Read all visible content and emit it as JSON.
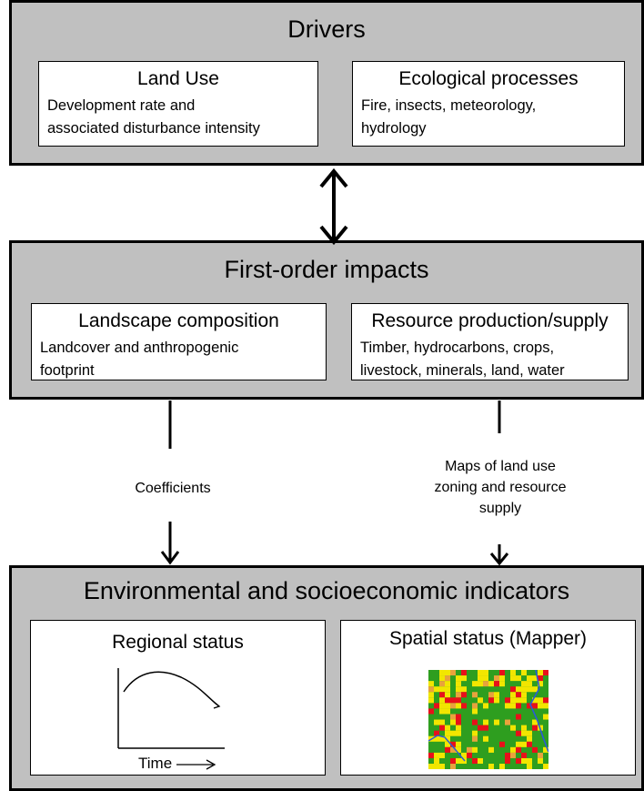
{
  "drivers": {
    "title": "Drivers",
    "land_use": {
      "title": "Land Use",
      "desc_line1": "Development rate and",
      "desc_line2": "associated disturbance intensity"
    },
    "ecological": {
      "title": "Ecological processes",
      "desc_line1": "Fire, insects, meteorology,",
      "desc_line2": "hydrology"
    }
  },
  "first_order": {
    "title": "First-order impacts",
    "landscape": {
      "title": "Landscape composition",
      "desc_line1": "Landcover and anthropogenic",
      "desc_line2": "footprint"
    },
    "resource": {
      "title": "Resource production/supply",
      "desc_line1": "Timber, hydrocarbons, crops,",
      "desc_line2": "livestock, minerals, land, water"
    }
  },
  "connectors": {
    "left_label": "Coefficients",
    "right_label_line1": "Maps of land use",
    "right_label_line2": "zoning and resource",
    "right_label_line3": "supply"
  },
  "indicators": {
    "title": "Environmental and socioeconomic indicators",
    "regional": {
      "title": "Regional status",
      "axis_label": "Time"
    },
    "spatial": {
      "title": "Spatial status (Mapper)"
    }
  },
  "colors": {
    "panel_fill": "#c0c0c0",
    "map_green": "#2e9e1f",
    "map_yellow": "#f2e600",
    "map_red": "#e8101a",
    "map_orange": "#e8a33c",
    "map_blue": "#2a5ad8"
  }
}
